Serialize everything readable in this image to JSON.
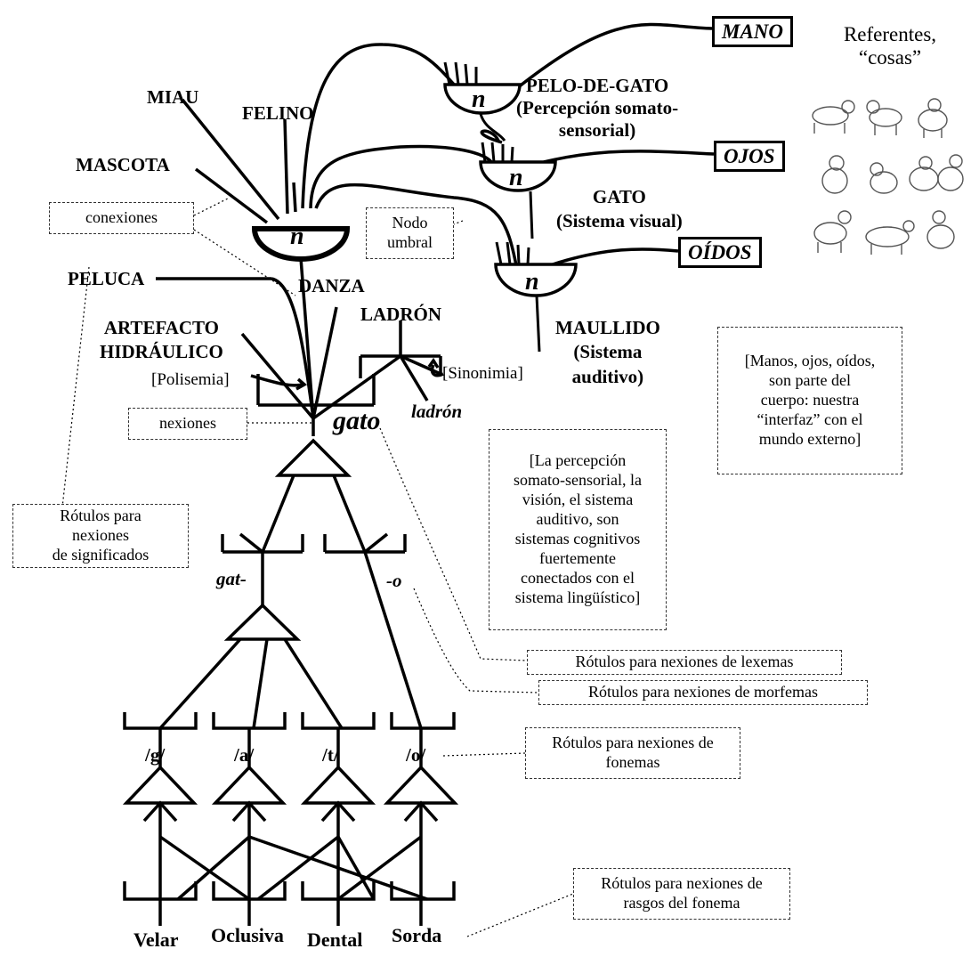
{
  "node": "n",
  "concepts": {
    "miau": "MIAU",
    "felino": "FELINO",
    "mascota": "MASCOTA",
    "peluca": "PELUCA",
    "danza": "DANZA",
    "ladron": "LADRÓN",
    "artefacto_1": "ARTEFACTO",
    "artefacto_2": "HIDRÁULICO"
  },
  "systems": {
    "pelo_1": "PELO-DE-GATO",
    "pelo_2": "(Percepción somato-",
    "pelo_3": "sensorial)",
    "gato_1": "GATO",
    "gato_2": "(Sistema visual)",
    "maullido_1": "MAULLIDO",
    "maullido_2": "(Sistema",
    "maullido_3": "auditivo)"
  },
  "senses": {
    "mano": "MANO",
    "ojos": "OJOS",
    "oidos": "OÍDOS"
  },
  "referents": {
    "line1": "Referentes,",
    "line2": "“cosas”"
  },
  "lexemes": {
    "gato": "gato",
    "ladron": "ladrón"
  },
  "morphemes": {
    "stem": "gat-",
    "suffix": "-o"
  },
  "phonemes": [
    "/g/",
    "/a/",
    "/t/",
    "/o/"
  ],
  "features": [
    "Velar",
    "Oclusiva",
    "Dental",
    "Sorda"
  ],
  "annotations": {
    "polisemia": "[Polisemia]",
    "sinonimia": "[Sinonimia]",
    "conexiones": "conexiones",
    "nodo_1": "Nodo",
    "nodo_2": "umbral",
    "nexiones": "nexiones",
    "rotulos_significados": [
      "Rótulos para",
      "nexiones",
      "de significados"
    ],
    "rotulos_lexemas": "Rótulos para nexiones de lexemas",
    "rotulos_morfemas": "Rótulos para nexiones de morfemas",
    "rotulos_fonemas": [
      "Rótulos para nexiones de",
      "fonemas"
    ],
    "rotulos_rasgos": [
      "Rótulos para nexiones de",
      "rasgos del fonema"
    ],
    "percepcion_note": [
      "[La percepción",
      "somato-sensorial, la",
      "visión, el sistema",
      "auditivo, son",
      "sistemas cognitivos",
      "fuertemente",
      "conectados con el",
      "sistema lingüístico]"
    ],
    "cuerpo_note": [
      "[Manos, ojos, oídos,",
      "son parte del",
      "cuerpo: nuestra",
      "“interfaz” con el",
      "mundo externo]"
    ]
  },
  "colors": {
    "ink": "#000000",
    "panel": "#eef2ee",
    "cat_line": "#555555"
  }
}
